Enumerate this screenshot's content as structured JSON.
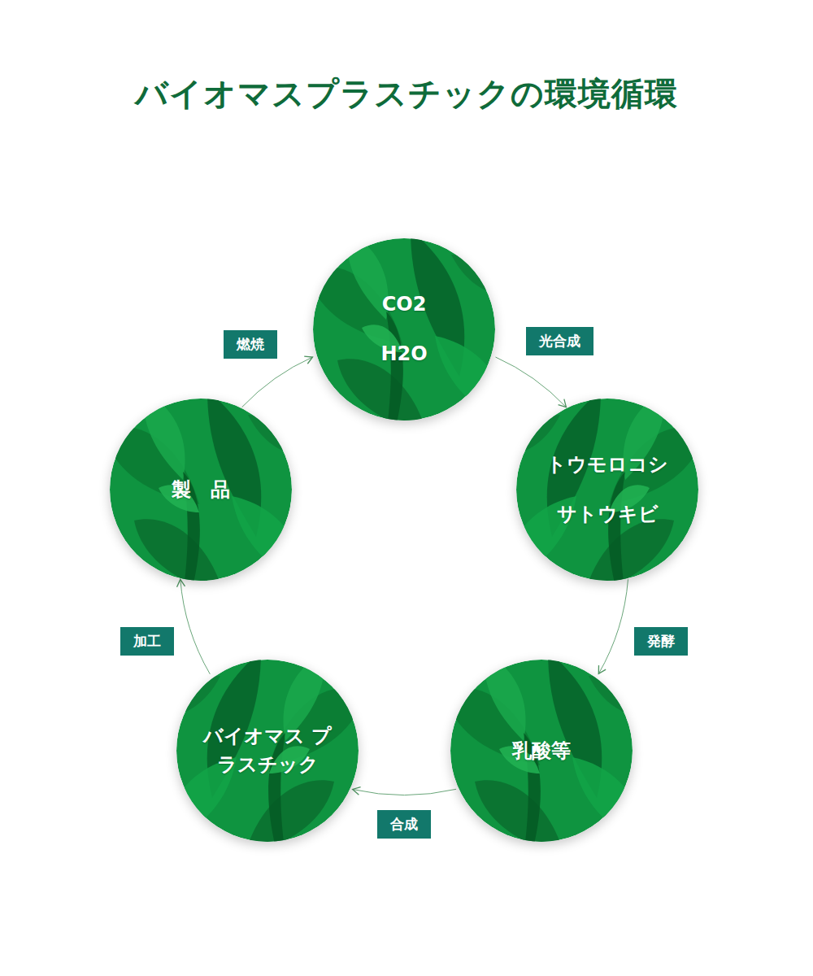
{
  "diagram": {
    "title": "バイオマスプラスチックの環境循環",
    "nodes": [
      {
        "text": [
          "CO2",
          "H2O"
        ]
      },
      {
        "text": [
          "トウモロコシ",
          "サトウキビ"
        ]
      },
      {
        "text": [
          "乳酸等"
        ]
      },
      {
        "text": [
          "バイオマス プラスチック"
        ]
      },
      {
        "text": [
          "製　品"
        ]
      }
    ],
    "edges": [
      {
        "from": 0,
        "to": 1,
        "label": "光合成",
        "arrow": "to"
      },
      {
        "from": 1,
        "to": 2,
        "label": "発酵",
        "arrow": "to"
      },
      {
        "from": 2,
        "to": 3,
        "label": "合成",
        "arrow": "to"
      },
      {
        "from": 3,
        "to": 4,
        "label": "加工",
        "arrow": "to"
      },
      {
        "from": 4,
        "to": 0,
        "label": "燃焼",
        "arrow": "to"
      }
    ]
  }
}
